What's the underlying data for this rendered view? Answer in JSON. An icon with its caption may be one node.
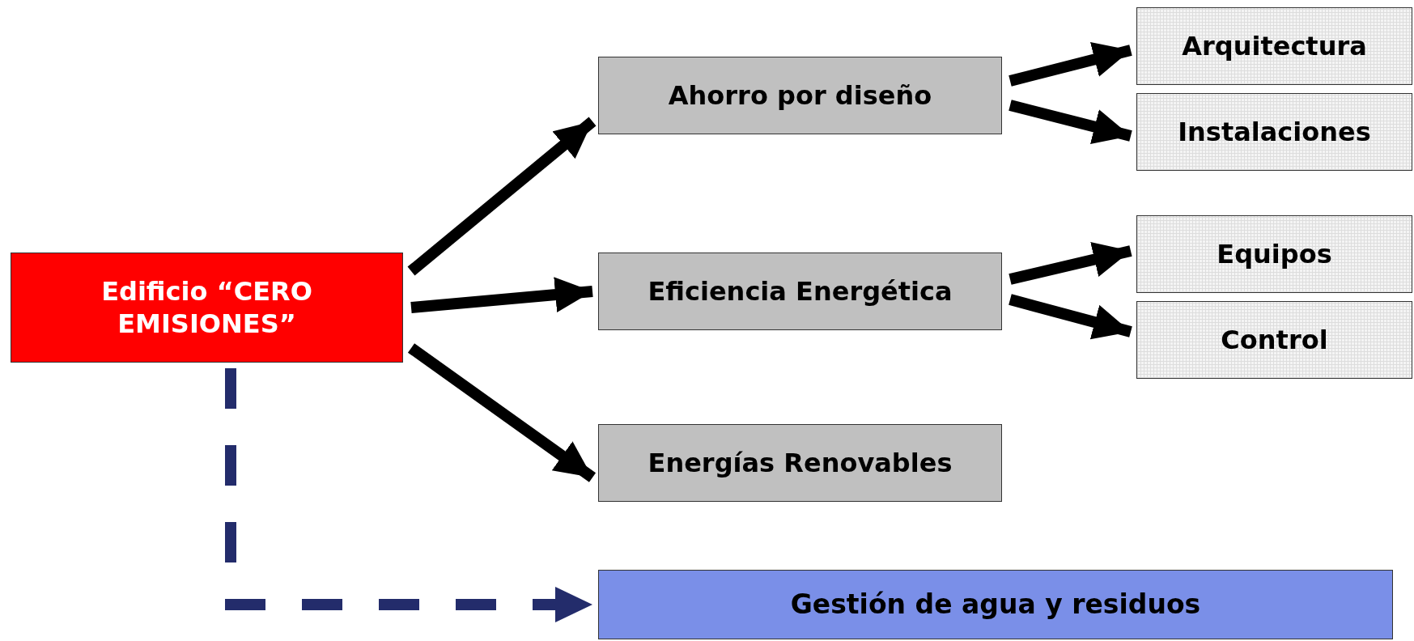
{
  "diagram": {
    "nodes": [
      {
        "text": [
          "Edificio “CERO EMISIONES”"
        ]
      },
      {
        "text": [
          "Ahorro por diseño"
        ]
      },
      {
        "text": [
          "Eficiencia Energética"
        ]
      },
      {
        "text": [
          "Energías Renovables"
        ]
      },
      {
        "text": [
          "Gestión de agua y residuos"
        ]
      },
      {
        "text": [
          "Arquitectura"
        ]
      },
      {
        "text": [
          "Instalaciones"
        ]
      },
      {
        "text": [
          "Equipos"
        ]
      },
      {
        "text": [
          "Control"
        ]
      }
    ],
    "edges": [
      {
        "from": 0,
        "to": 1,
        "arrow": "to"
      },
      {
        "from": 0,
        "to": 2,
        "arrow": "to"
      },
      {
        "from": 0,
        "to": 3,
        "arrow": "to"
      },
      {
        "from": 1,
        "to": 5,
        "arrow": "to"
      },
      {
        "from": 1,
        "to": 6,
        "arrow": "to"
      },
      {
        "from": 2,
        "to": 7,
        "arrow": "to"
      },
      {
        "from": 2,
        "to": 8,
        "arrow": "to"
      },
      {
        "from": 0,
        "to": 4,
        "arrow": "to",
        "style": "dashed",
        "color": "#232c6b"
      }
    ]
  }
}
